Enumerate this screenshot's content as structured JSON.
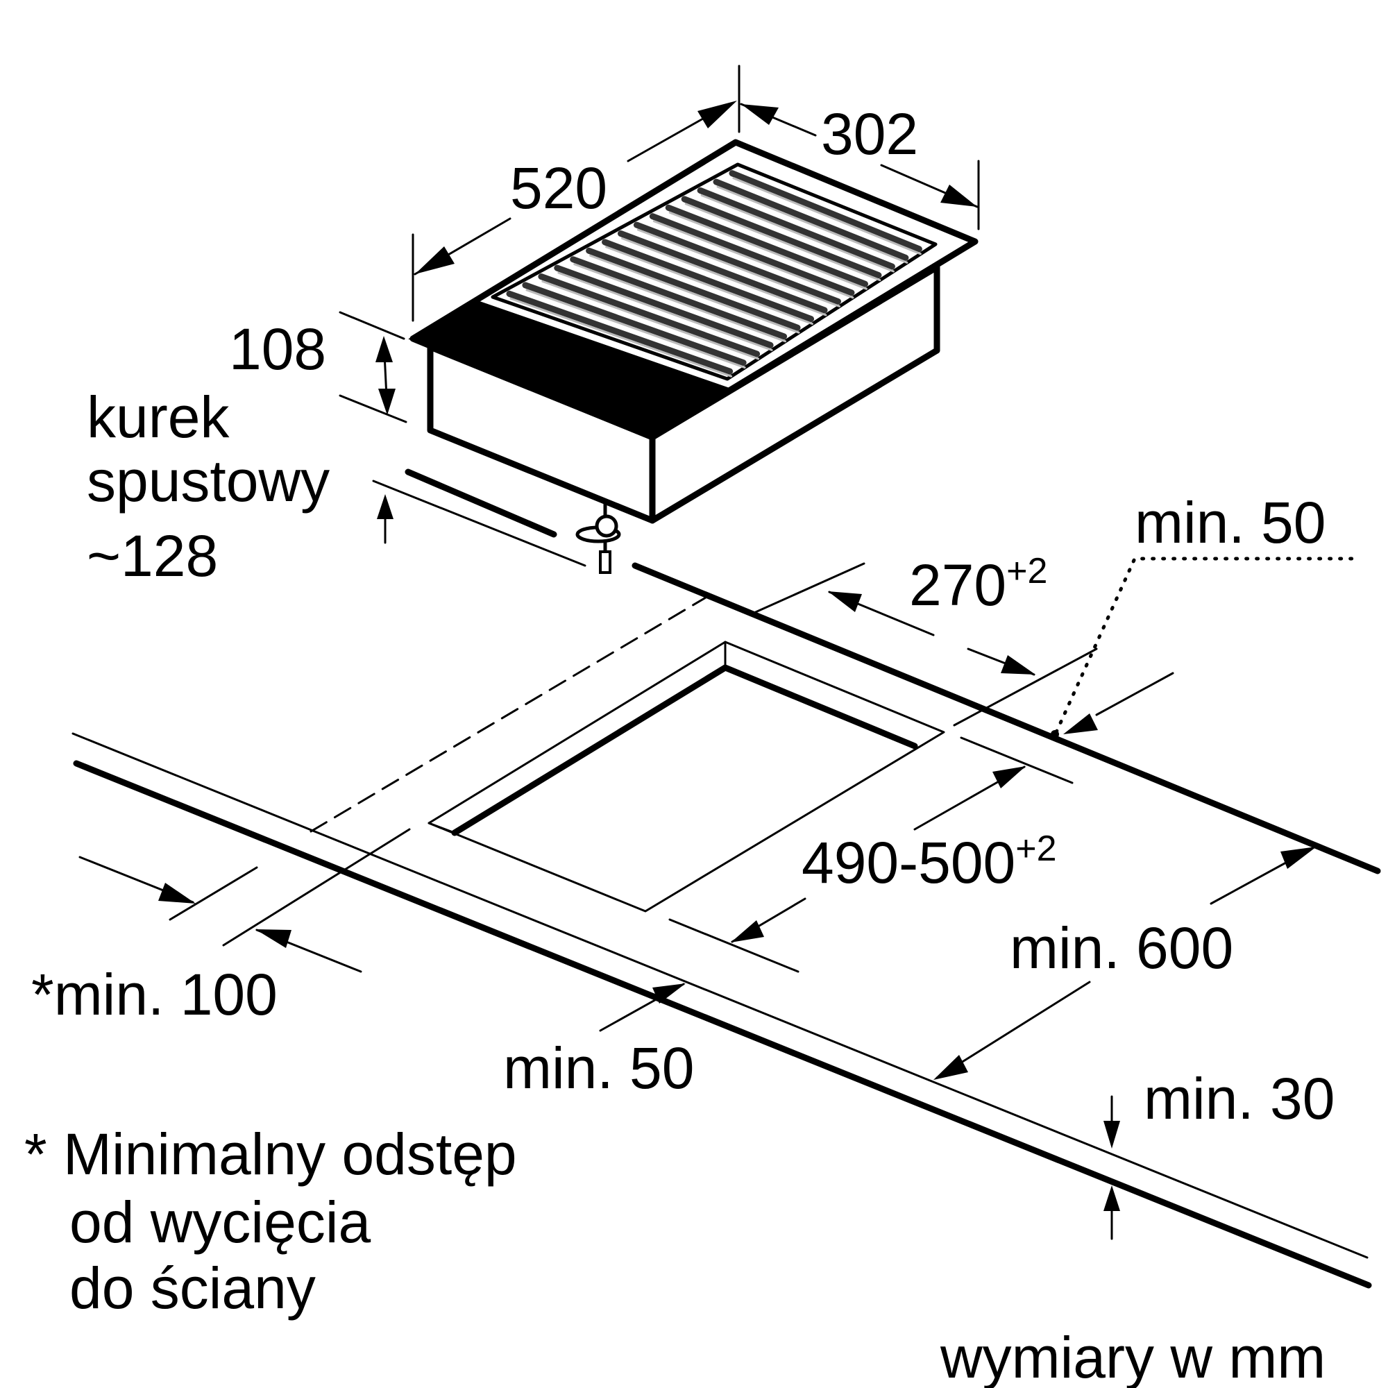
{
  "labels": {
    "width_302": "302",
    "depth_520": "520",
    "height_108": "108",
    "drain_tap_line1": "kurek",
    "drain_tap_line2": "spustowy",
    "drain_tap_dim": "~128",
    "cutout_depth": "270",
    "cutout_depth_tol": "+2",
    "cutout_width": "490-500",
    "cutout_width_tol": "+2",
    "min_50_top": "min. 50",
    "min_600": "min. 600",
    "min_100": "*min. 100",
    "min_50_bottom": "min. 50",
    "min_30": "min. 30",
    "note_line1": "* Minimalny odstęp",
    "note_line2": "od wycięcia",
    "note_line3": "do ściany",
    "units": "wymiary w mm"
  }
}
